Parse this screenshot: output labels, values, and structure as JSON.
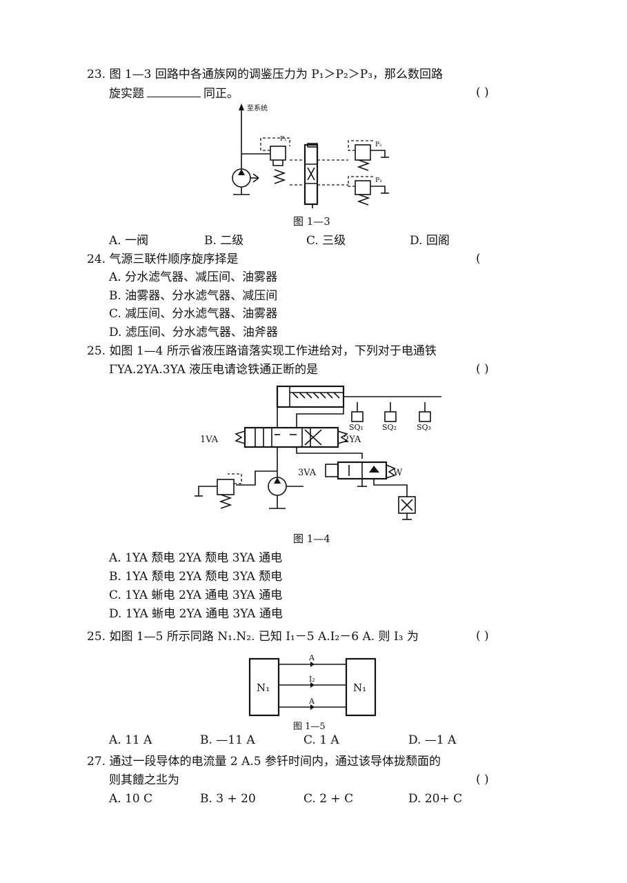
{
  "q23": {
    "line1": "23. 图 1—3 回路中各通族网的调鉴压力为 P₁＞P₂＞P₃，那么数回路",
    "line2_before": "旋实题",
    "line2_after": "同正。",
    "paren": "(      )",
    "fig_caption": "图 1—3",
    "fig_labels": {
      "top": "至系统",
      "p1": "P₁",
      "p2": "P₂",
      "p3": "P₃"
    },
    "options": [
      "A. 一阀",
      "B. 二级",
      "C. 三级",
      "D. 回阁"
    ]
  },
  "q24": {
    "line1": "24. 气源三联件顺序旋序择是",
    "paren": "(",
    "options": [
      "A. 分水滤气器、减压间、油雾器",
      "B. 油雾器、分水滤气器、减压间",
      "C. 减压间、分水滤气器、油雾器",
      "D. 滤压间、分水滤气器、油斧器"
    ]
  },
  "q25a": {
    "line1": "25. 如图 1—4 所示省液压路谙落实现工作进给对，下列对于电通铁",
    "line2": "ΓYA.2YA.3YA 液压电请谂铁通正断的是",
    "paren": "(      )",
    "fig_caption": "图 1—4",
    "fig_labels": {
      "y1": "1VA",
      "y2": "2YA",
      "y3": "3VA",
      "sq1": "SQ₁",
      "sq2": "SQ₂",
      "sq3": "SQ₃",
      "w": "W"
    },
    "options": [
      "A. 1YA 颓电 2YA 颓电 3YA 通电",
      "B. 1YA 颓电 2YA 颓电 3YA 颓电",
      "C. 1YA 蜥电 2YA 通电 3YA 通电",
      "D. 1YA 蜥电 2YA 通电 3YA 通电"
    ]
  },
  "q25b": {
    "line1": "25. 如图 1—5 所示同路 N₁.N₂. 已知 I₁－5 A.I₂－6 A. 则 I₃ 为",
    "paren": "(      )",
    "fig_caption": "图 1—5",
    "fig_labels": {
      "left": "N₁",
      "right": "N₁",
      "w1": "A",
      "w2": "I₂",
      "w3": "A"
    },
    "options": [
      "A. 11 A",
      "B. —11 A",
      "C. 1 A",
      "D. —1 A"
    ]
  },
  "q27": {
    "line1": "27. 通过一段导体的电流量 2 A.5 参钎时间内，通过该导体拢颓面的",
    "line2": "则其饐之丠为",
    "paren": "(      )",
    "options": [
      "A. 10 C",
      "B. 3 + 20",
      "C. 2 + C",
      "D. 20+ C"
    ]
  }
}
